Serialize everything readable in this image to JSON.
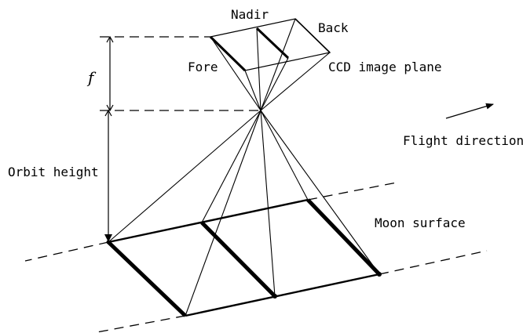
{
  "labels": {
    "nadir": "Nadir",
    "back": "Back",
    "fore": "Fore",
    "ccd_image_plane": "CCD image plane",
    "focal_length": "f",
    "flight_direction": "Flight direction",
    "orbit_height": "Orbit height",
    "moon_surface": "Moon surface"
  },
  "colors": {
    "line": "#000000",
    "background": "#ffffff"
  }
}
